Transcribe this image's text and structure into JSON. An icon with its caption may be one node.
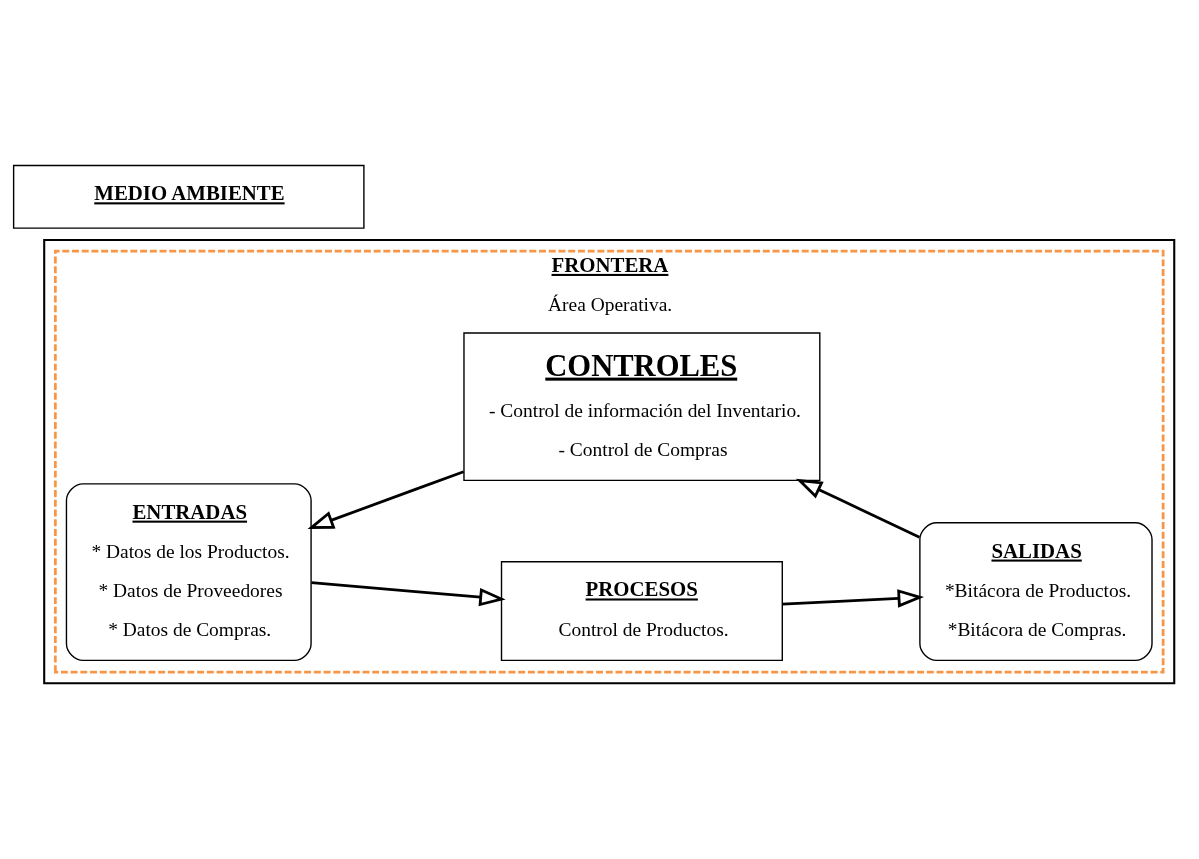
{
  "diagram": {
    "nodes": [
      {
        "text": [],
        "shape": "box"
      },
      {
        "text": [
          "FRONTERA",
          "Área Operativa."
        ],
        "in": 0
      },
      {
        "text": [
          "ENTRADAS",
          "* Datos de los Productos.",
          "* Datos de Proveedores",
          "* Datos de Compras."
        ],
        "in": 1
      },
      {
        "text": [
          "PROCESOS",
          "Control de Productos."
        ],
        "in": 1
      },
      {
        "text": [
          "SALIDAS",
          "*Bitácora de Productos.",
          "*Bitácora de Compras."
        ],
        "in": 1
      },
      {
        "text": [
          "CONTROLES",
          "- Control de información del Inventario.",
          "- Control de Compras"
        ],
        "in": 1
      },
      {
        "text": [
          "MEDIO AMBIENTE"
        ]
      }
    ],
    "edges": [
      {
        "from": 2,
        "to": 3,
        "arrow": "to"
      },
      {
        "from": 3,
        "to": 4,
        "arrow": "to"
      },
      {
        "from": 4,
        "to": 5,
        "arrow": "to"
      },
      {
        "from": 5,
        "to": 2,
        "arrow": "to"
      }
    ]
  }
}
